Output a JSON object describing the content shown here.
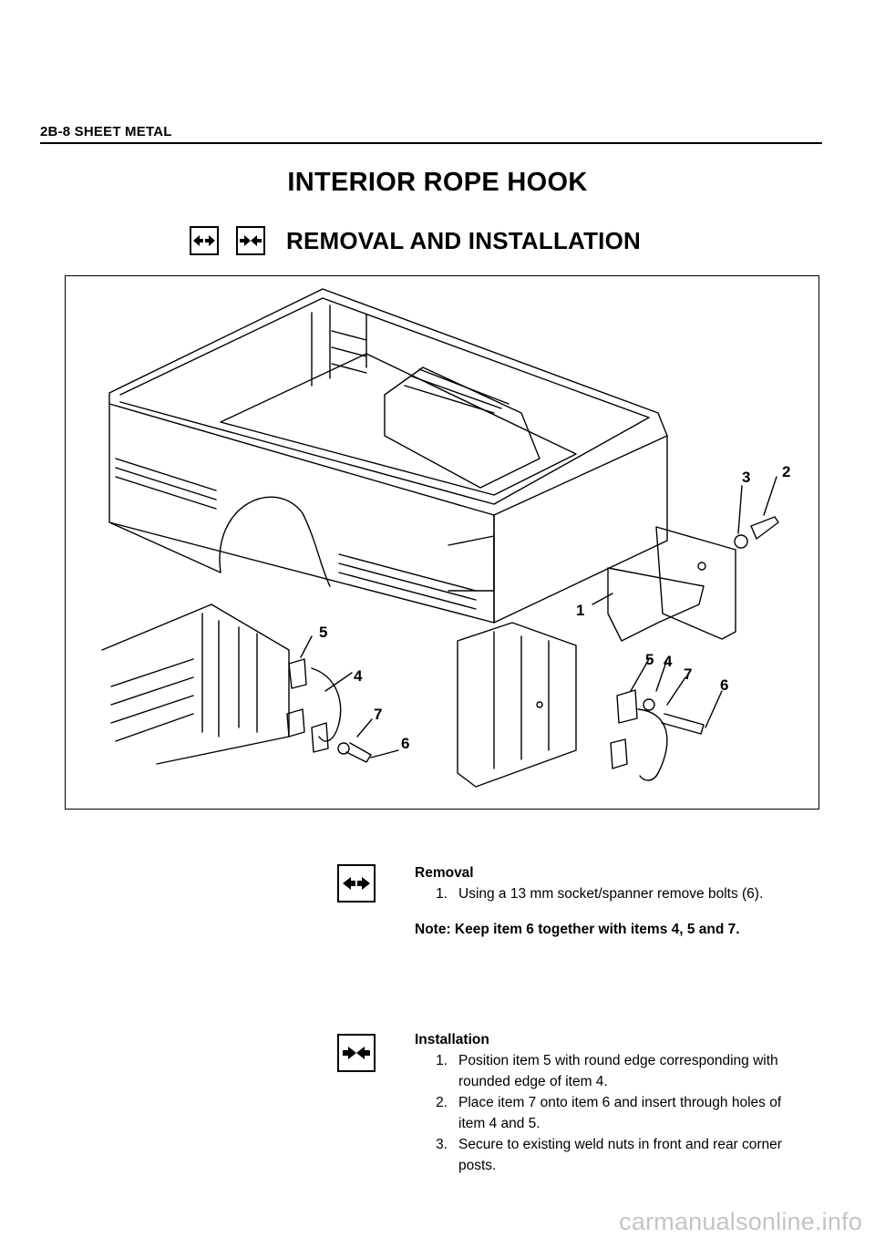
{
  "header": {
    "section_label": "2B-8 SHEET METAL"
  },
  "page_title": "INTERIOR ROPE HOOK",
  "section": {
    "title": "REMOVAL AND INSTALLATION",
    "icons": [
      "removal-arrows-icon",
      "installation-arrows-icon"
    ]
  },
  "figure": {
    "callouts": [
      "1",
      "2",
      "3",
      "4",
      "5",
      "6",
      "7",
      "5",
      "4",
      "7",
      "6"
    ]
  },
  "removal": {
    "heading": "Removal",
    "steps": [
      {
        "num": "1.",
        "text": "Using a 13 mm socket/spanner remove bolts (6)."
      }
    ],
    "note": "Note: Keep item 6 together with items 4, 5 and 7."
  },
  "installation": {
    "heading": "Installation",
    "steps": [
      {
        "num": "1.",
        "text": "Position item 5 with round edge corresponding with rounded edge of item 4."
      },
      {
        "num": "2.",
        "text": "Place item 7 onto item 6 and insert through holes of item 4 and 5."
      },
      {
        "num": "3.",
        "text": "Secure to existing weld nuts in front and rear corner posts."
      }
    ]
  },
  "watermark": "carmanualsonline.info"
}
